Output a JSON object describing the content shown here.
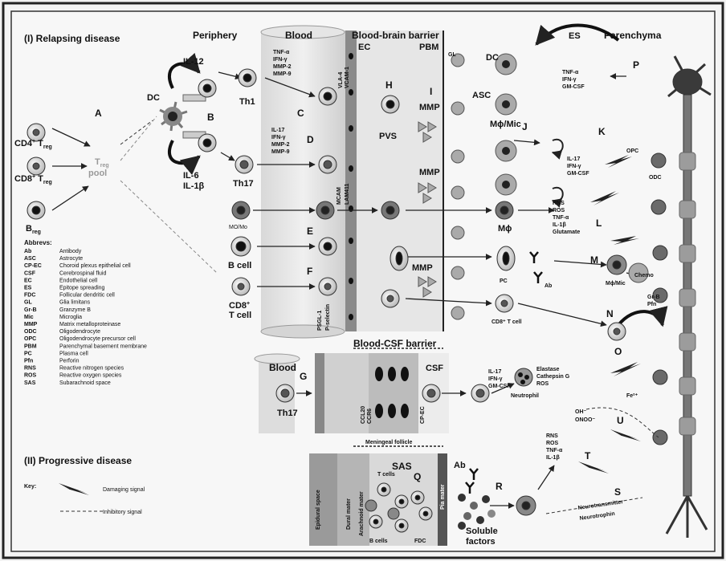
{
  "section_relapsing": "(I) Relapsing disease",
  "section_progressive": "(II) Progressive disease",
  "headers": {
    "periphery": "Periphery",
    "blood": "Blood",
    "bbb": "Blood-brain barrier",
    "parenchyma": "Parenchyma",
    "csf_barrier": "Blood-CSF barrier",
    "blood2": "Blood",
    "meningeal": "Meningeal follicle",
    "es": "ES"
  },
  "cells": {
    "cd4": "CD4",
    "cd4_sup": "+",
    "cd8treg": "CD8",
    "cd8_sup": "+",
    "treg_sub": "reg",
    "breg": "B",
    "breg_sub": "reg",
    "treg_pool": "T",
    "pool": "pool",
    "dc": "DC",
    "th1": "Th1",
    "th17": "Th17",
    "mo": "MO/Mo",
    "bcell": "B cell",
    "cd8t": "CD8",
    "cd8t_sup": "+",
    "tcell": "T cell",
    "il12": "IL-12",
    "il6": "IL-6",
    "il1b": "IL-1β",
    "th17b": "Th17",
    "neutrophil": "Neutrophil",
    "ec": "EC",
    "pbm": "PBM",
    "gl": "GL",
    "pvs": "PVS",
    "asc": "ASC",
    "mo_mic": "Mϕ/Mic",
    "mphi": "Mϕ",
    "pc": "PC",
    "ab": "Ab",
    "cd8_tcell": "CD8⁺ T cell",
    "mphi_mic2": "Mϕ/Mic",
    "opc": "OPC",
    "odc": "ODC",
    "csf": "CSF",
    "sas": "SAS",
    "t_cells": "T cells",
    "b_cells": "B cells",
    "fdc": "FDC",
    "ab2": "Ab",
    "soluble": "Soluble",
    "factors": "factors",
    "dc_par": "DC",
    "pia": "Pia mater"
  },
  "cytokines": {
    "blood_top": [
      "TNF-α",
      "IFN-γ",
      "MMP-2",
      "MMP-9"
    ],
    "blood_mid": [
      "IL-17",
      "IFN-γ",
      "MMP-2",
      "MMP-9"
    ],
    "vla4": "VLA-4",
    "vcam1": "VCAM-1",
    "mcam": "MCAM",
    "lam": "LAM411",
    "psgl": "PSGL-1",
    "psel": "P-selectin",
    "par_top": [
      "TNF-α",
      "IFN-γ",
      "GM-CSF"
    ],
    "par_mid": [
      "IL-17",
      "IFN-γ",
      "GM-CSF"
    ],
    "rns_list": [
      "RNS",
      "ROS",
      "TNF-α",
      "IL-1β",
      "Glutamate"
    ],
    "csf_list": [
      "IL-17",
      "IFN-γ",
      "GM-CSF"
    ],
    "neut_list": [
      "Elastase",
      "Cathepsin G",
      "ROS"
    ],
    "chemo": "Chemo",
    "grb": [
      "Gr-B",
      "Pfn"
    ],
    "ccl20": "CCL20",
    "ccr6": "CCR6",
    "cpec": "CP-EC",
    "ont": "OH⁻",
    "onoo": "ONOO⁻",
    "fe": "Fe²⁺",
    "prog_list": [
      "RNS",
      "ROS",
      "TNF-α",
      "IL-1β"
    ],
    "neuro1": "Neurotransmitter",
    "neuro2": "Neurotrophin"
  },
  "mmp_labels": [
    "MMP",
    "MMP",
    "MMP"
  ],
  "letters": [
    "A",
    "B",
    "C",
    "D",
    "E",
    "F",
    "G",
    "H",
    "I",
    "J",
    "K",
    "L",
    "M",
    "N",
    "O",
    "P",
    "Q",
    "R",
    "S",
    "T",
    "U"
  ],
  "meninges": [
    "Epidural space",
    "Dural mater",
    "Arachnoid mater"
  ],
  "abbrevs_title": "Abbrevs:",
  "abbrevs": [
    [
      "Ab",
      "Antibody"
    ],
    [
      "ASC",
      "Astrocyte"
    ],
    [
      "CP-EC",
      "Choroid plexus epithelial cell"
    ],
    [
      "CSF",
      "Cerebrospinal fluid"
    ],
    [
      "EC",
      "Endothelial cell"
    ],
    [
      "ES",
      "Epitope spreading"
    ],
    [
      "FDC",
      "Follicular dendritic cell"
    ],
    [
      "GL",
      "Glia limitans"
    ],
    [
      "Gr-B",
      "Granzyme B"
    ],
    [
      "Mic",
      "Microglia"
    ],
    [
      "MMP",
      "Matrix metalloproteinase"
    ],
    [
      "ODC",
      "Oligodendrocyte"
    ],
    [
      "OPC",
      "Oligodendrocyte precursor cell"
    ],
    [
      "PBM",
      "Parenchymal basement membrane"
    ],
    [
      "PC",
      "Plasma cell"
    ],
    [
      "Pfn",
      "Perforin"
    ],
    [
      "RNS",
      "Reactive nitrogen species"
    ],
    [
      "ROS",
      "Reactive oxygen species"
    ],
    [
      "SAS",
      "Subarachnoid space"
    ]
  ],
  "key": {
    "title": "Key:",
    "damaging": "Damaging signal",
    "inhibitory": "Inhibitory signal"
  }
}
